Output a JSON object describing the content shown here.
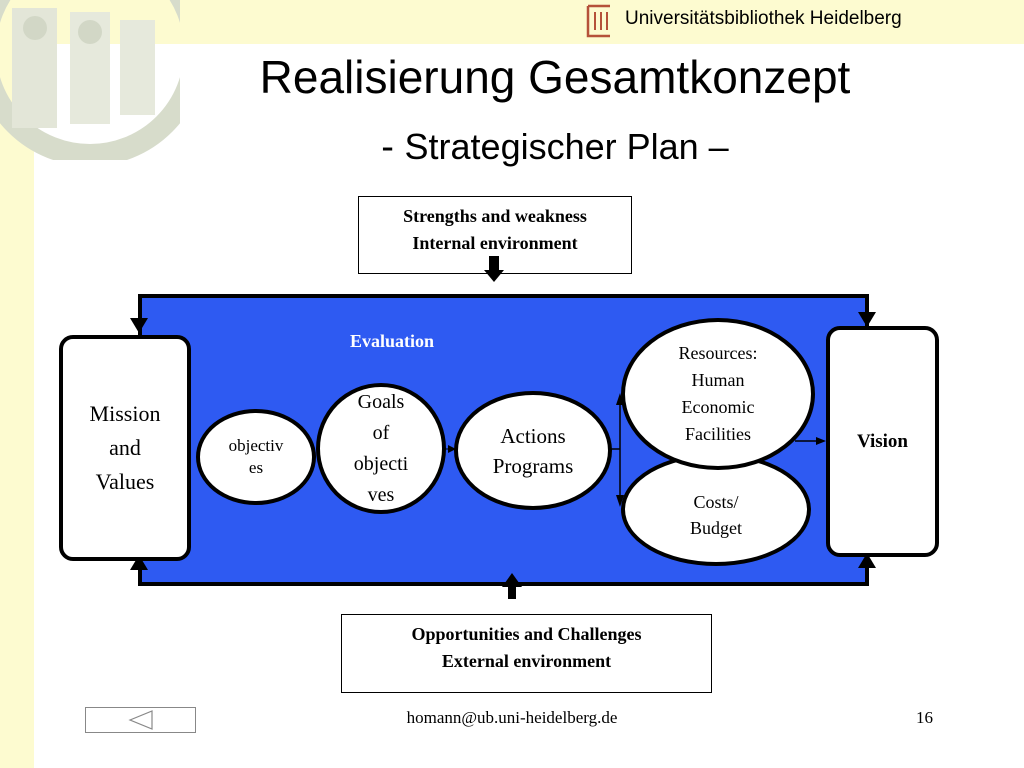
{
  "header": {
    "library_name": "Universitätsbibliothek Heidelberg",
    "title": "Realisierung Gesamtkonzept",
    "subtitle_dash_left": "-",
    "subtitle": "Strategischer Plan –"
  },
  "diagram": {
    "internal_box": {
      "line1": "Strengths and weakness",
      "line2": "Internal environment"
    },
    "external_box": {
      "line1": "Opportunities and Challenges",
      "line2": "External environment"
    },
    "evaluation_label": "Evaluation",
    "mission": {
      "line1": "Mission",
      "line2": "and",
      "line3": "Values"
    },
    "objectives": {
      "line1": "objectiv",
      "line2": "es"
    },
    "goals": {
      "line1": "Goals",
      "line2": "of",
      "line3": "objecti",
      "line4": "ves"
    },
    "actions": {
      "line1": "Actions",
      "line2": "Programs"
    },
    "resources": {
      "line1": "Resources:",
      "line2": "Human",
      "line3": "Economic",
      "line4": "Facilities"
    },
    "costs": {
      "line1": "Costs/",
      "line2": "Budget"
    },
    "vision": "Vision"
  },
  "footer": {
    "email": "homann@ub.uni-heidelberg.de",
    "page_number": "16"
  },
  "colors": {
    "panel_blue": "#2e5af2",
    "band_yellow": "#fdfbd0"
  }
}
